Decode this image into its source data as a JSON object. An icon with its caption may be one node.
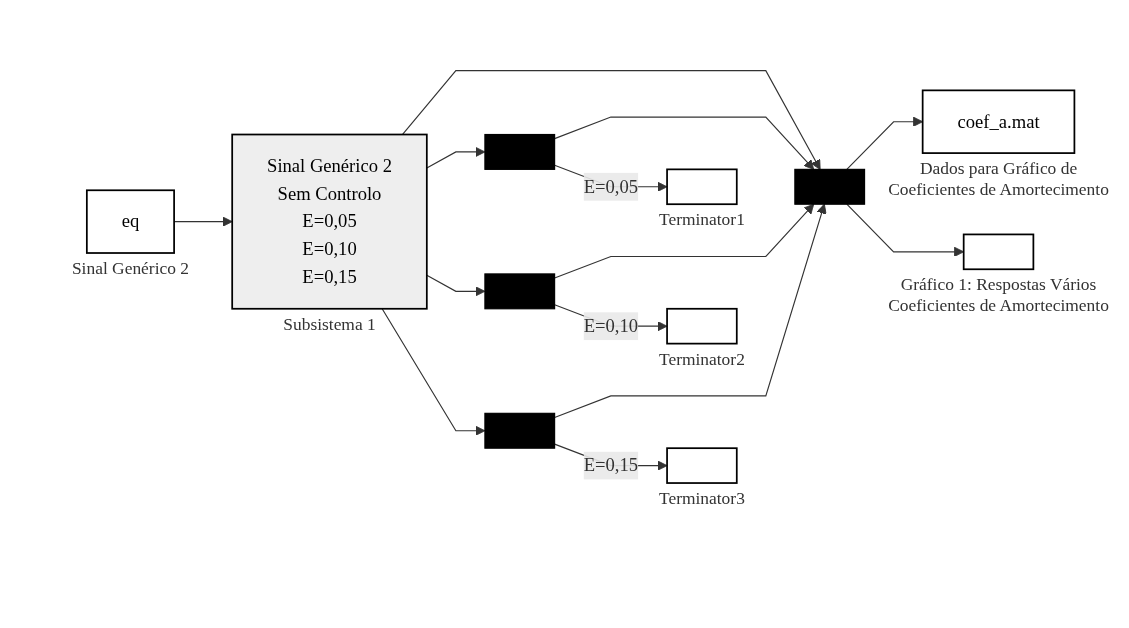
{
  "diagram": {
    "nodes": [
      {
        "text": [
          "eq"
        ],
        "beside": [
          "Sinal Genérico 2"
        ]
      },
      {
        "text": [
          "Sinal Genérico 2",
          "Sem Controlo",
          "E=0,05",
          "E=0,10",
          "E=0,15"
        ],
        "beside": [
          "Subsistema 1"
        ]
      },
      {
        "text": [],
        "shape": "bar"
      },
      {
        "text": [],
        "shape": "box",
        "beside": [
          "Terminator1"
        ]
      },
      {
        "text": [],
        "shape": "bar"
      },
      {
        "text": [],
        "shape": "box",
        "beside": [
          "Terminator2"
        ]
      },
      {
        "text": [],
        "shape": "bar"
      },
      {
        "text": [],
        "shape": "box",
        "beside": [
          "Terminator3"
        ]
      },
      {
        "text": [],
        "shape": "bar"
      },
      {
        "text": [
          "coef_a.mat"
        ],
        "beside": [
          "Dados para Gráfico de Coeficientes de Amortecimento"
        ]
      },
      {
        "text": [],
        "shape": "box",
        "beside": [
          "Gráfico 1: Respostas Vários Coeficientes de Amortecimento"
        ]
      }
    ],
    "edges": [
      {
        "from": 0,
        "to": 1,
        "arrow": "to"
      },
      {
        "from": 1,
        "to": 8,
        "arrow": "to"
      },
      {
        "from": 1,
        "to": 2,
        "arrow": "to"
      },
      {
        "from": 2,
        "to": 8,
        "arrow": "to"
      },
      {
        "from": 2,
        "to": 3,
        "arrow": "to",
        "label": "E=0,05"
      },
      {
        "from": 1,
        "to": 4,
        "arrow": "to"
      },
      {
        "from": 4,
        "to": 8,
        "arrow": "to"
      },
      {
        "from": 4,
        "to": 5,
        "arrow": "to",
        "label": "E=0,10"
      },
      {
        "from": 1,
        "to": 6,
        "arrow": "to"
      },
      {
        "from": 6,
        "to": 8,
        "arrow": "to"
      },
      {
        "from": 6,
        "to": 7,
        "arrow": "to",
        "label": "E=0,15"
      },
      {
        "from": 8,
        "to": 9,
        "arrow": "to"
      },
      {
        "from": 8,
        "to": 10,
        "arrow": "to"
      }
    ]
  }
}
